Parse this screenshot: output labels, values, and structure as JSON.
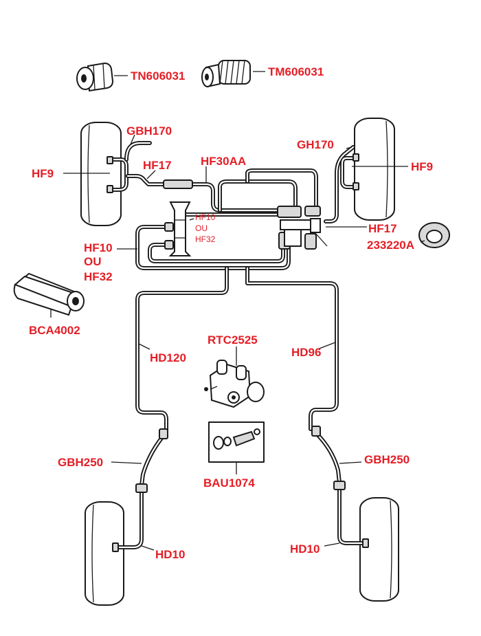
{
  "labels": {
    "tn606031": "TN606031",
    "tm606031": "TM606031",
    "gbh170": "GBH170",
    "gh170": "GH170",
    "hf9_left": "HF9",
    "hf9_right": "HF9",
    "hf17_left": "HF17",
    "hf17_right": "HF17",
    "hf30aa": "HF30AA",
    "hf10_small": "HF10",
    "ou_small": "OU",
    "hf32_small": "HF32",
    "hf10_left": "HF10",
    "ou_left": "OU",
    "hf32_left": "HF32",
    "part_233220a": "233220A",
    "bca4002": "BCA4002",
    "rtc2525": "RTC2525",
    "hd120": "HD120",
    "hd96": "HD96",
    "gbh250_left": "GBH250",
    "gbh250_right": "GBH250",
    "bau1074": "BAU1074",
    "hd10_left": "HD10",
    "hd10_right": "HD10"
  },
  "colors": {
    "label": "#e41e26",
    "line": "#1a1a1a",
    "background": "#ffffff"
  }
}
